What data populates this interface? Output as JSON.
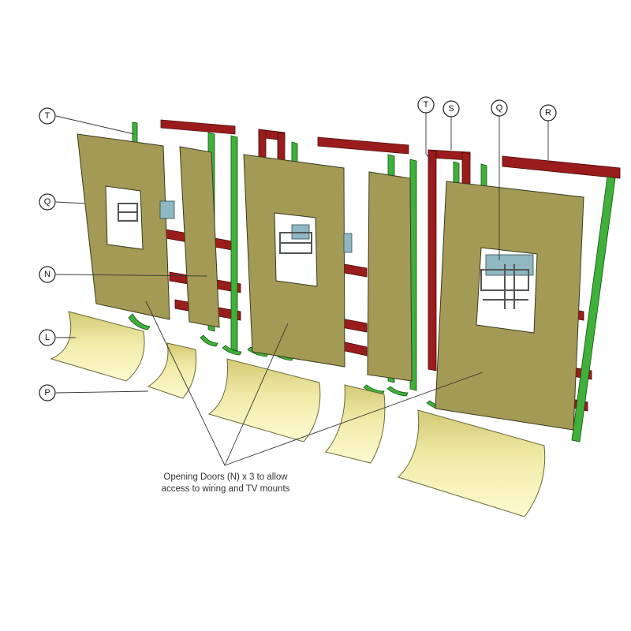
{
  "labels": {
    "T1": "T",
    "Q1": "Q",
    "N": "N",
    "L": "L",
    "P": "P",
    "T2": "T",
    "S": "S",
    "Q2": "Q",
    "R": "R"
  },
  "note": {
    "line1": "Opening Doors (N) x 3 to allow",
    "line2": "access to wiring and TV mounts"
  },
  "colors": {
    "door": "#a39a55",
    "frame_green": "#3fb13a",
    "frame_red": "#9b1c1c",
    "curved_panel_light": "#fbf7c4",
    "curved_panel_dark": "#d8d07a",
    "tv_mount": "#8fb8c2"
  }
}
